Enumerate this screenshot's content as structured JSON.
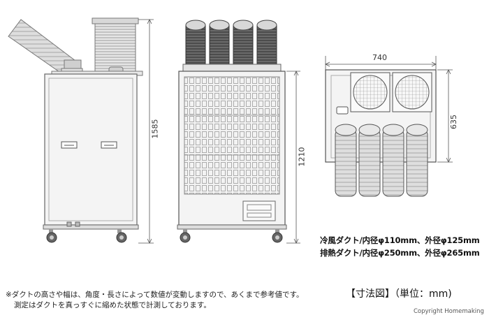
{
  "dimensions": {
    "height_total": "1585",
    "height_body": "1210",
    "width_top": "740",
    "depth_top": "635"
  },
  "duct_specs": {
    "cold_air": "冷風ダクト/内径φ110mm、外径φ125mm",
    "exhaust": "排熱ダクト/内径φ250mm、外径φ265mm"
  },
  "notes": {
    "line1": "※ダクトの高さや幅は、角度・長さによって数値が変動しますので、あくまで参考値です。",
    "line2": "測定はダクトを真っすぐに縮めた状態で計測しております。"
  },
  "unit_label": "【寸法図】（単位：mm)",
  "copyright": "Copyright Homemaking",
  "colors": {
    "line": "#555555",
    "body_fill": "#f2f2f2",
    "duct_dark": "#4a4a4a",
    "duct_light": "#cfcfcf"
  }
}
